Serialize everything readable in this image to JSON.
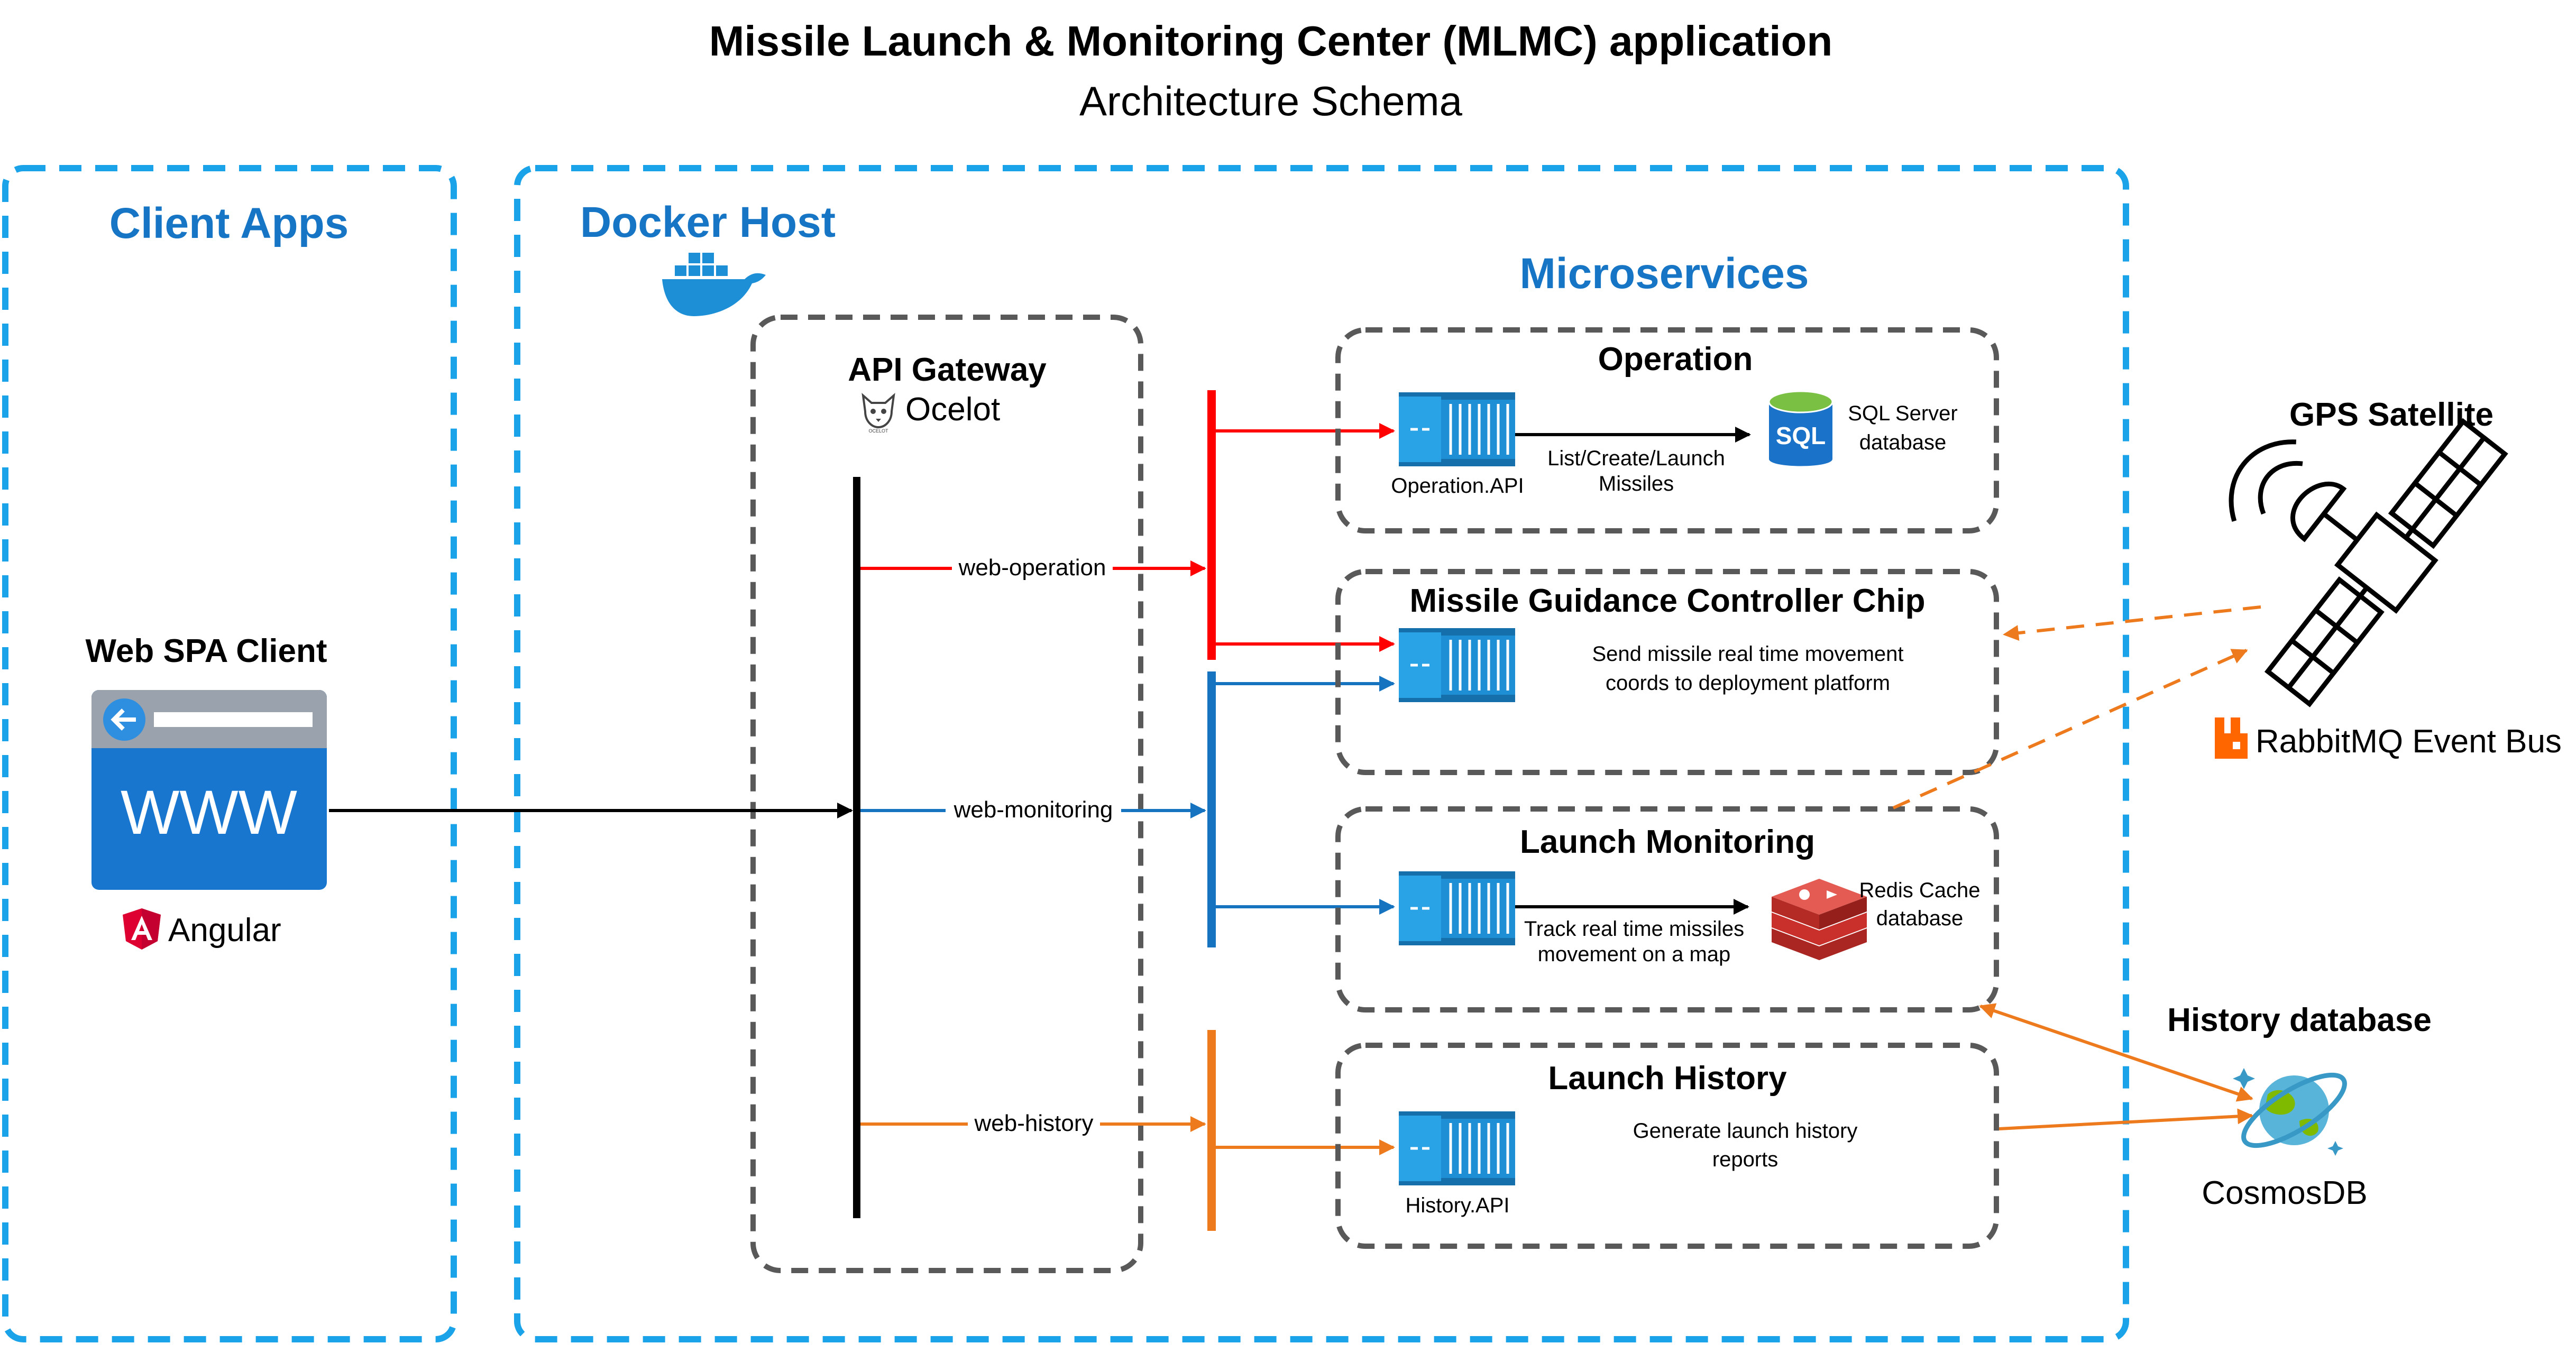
{
  "header": {
    "title": "Missile Launch & Monitoring Center (MLMC) application",
    "subtitle": "Architecture Schema"
  },
  "zones": {
    "client_apps": "Client Apps",
    "docker_host": "Docker Host",
    "microservices": "Microservices"
  },
  "client": {
    "title": "Web SPA Client",
    "browser_text": "WWW",
    "framework": "Angular"
  },
  "gateway": {
    "title": "API Gateway",
    "product": "Ocelot",
    "logo_caption": "OCELOT"
  },
  "routes": {
    "operation": "web-operation",
    "monitoring": "web-monitoring",
    "history": "web-history"
  },
  "services": {
    "operation": {
      "title": "Operation",
      "api": "Operation.API",
      "action_line1": "List/Create/Launch",
      "action_line2": "Missiles",
      "db_badge": "SQL",
      "db_line1": "SQL Server",
      "db_line2": "database"
    },
    "guidance": {
      "title": "Missile Guidance Controller Chip",
      "desc_line1": "Send missile real time movement",
      "desc_line2": "coords to deployment platform"
    },
    "monitoring": {
      "title": "Launch Monitoring",
      "action_line1": "Track real time missiles",
      "action_line2": "movement on a map",
      "db_line1": "Redis Cache",
      "db_line2": "database"
    },
    "history": {
      "title": "Launch History",
      "api": "History.API",
      "desc_line1": "Generate launch history",
      "desc_line2": "reports"
    }
  },
  "external": {
    "gps_title": "GPS Satellite",
    "event_bus": "RabbitMQ Event Bus",
    "history_db_title": "History database",
    "history_db_name": "CosmosDB"
  },
  "colors": {
    "zone_blue": "#1aa3e8",
    "title_blue": "#1675c4",
    "route_red": "#ff0000",
    "route_blue": "#1673c0",
    "route_orange": "#ee7a1e",
    "container_blue": "#1893d6",
    "angular_red": "#dd0031",
    "redis_red": "#d22b2b",
    "rabbit_orange": "#ff6600"
  },
  "icons": {
    "docker": "docker-whale-icon",
    "ocelot": "ocelot-logo-icon",
    "browser": "browser-window-icon",
    "angular": "angular-logo-icon",
    "container": "container-icon",
    "sql": "sql-database-icon",
    "redis": "redis-cube-icon",
    "satellite": "satellite-icon",
    "rabbitmq": "rabbitmq-logo-icon",
    "cosmos": "cosmosdb-planet-icon"
  }
}
